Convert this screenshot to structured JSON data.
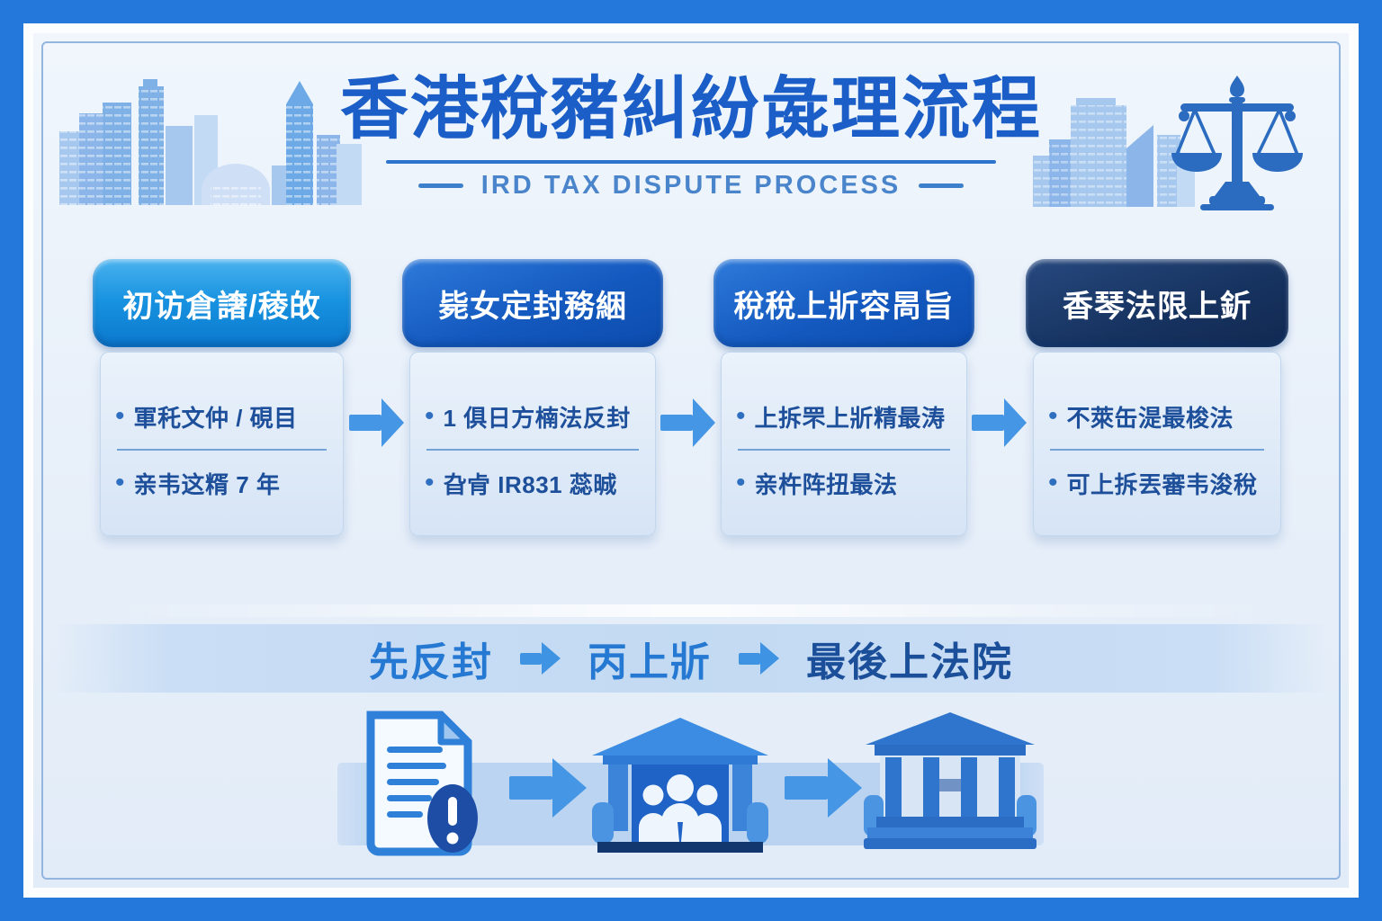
{
  "header": {
    "title": "香港稅豬糾紛彘理流程",
    "subtitle": "IRD TAX DISPUTE PROCESS"
  },
  "cards": [
    {
      "header": "初访倉譇/稜敀",
      "bullets": [
        "軍秅文仲 / 硯目",
        "亲韦这糈 7 年"
      ]
    },
    {
      "header": "毙女定封務綑",
      "bullets": [
        "1 俱日方楠法反封",
        "旮肻 IR831 蕊晠"
      ]
    },
    {
      "header": "稅稅上斨容晑旨",
      "bullets": [
        "上拆罘上斨精最涛",
        "亲杵阵扭最法"
      ]
    },
    {
      "header": "香琴法限上釿",
      "bullets": [
        "不萊缶湜最梭法",
        "可上拆丟審韦浚稅"
      ]
    }
  ],
  "summary": {
    "steps": [
      "先反封",
      "丙上斨",
      "最後上法院"
    ]
  },
  "icons": {
    "scales": "scales-of-justice-icon",
    "skyline_left": "city-skyline-illustration",
    "skyline_right": "city-skyline-illustration",
    "document": "document-with-exclamation-icon",
    "tribunal": "tribunal-building-with-people-icon",
    "courthouse": "courthouse-bank-icon",
    "flow_arrow": "right-arrow-icon"
  },
  "colors": {
    "frame_blue": "#2478db",
    "background": "#eaf1fa",
    "title_blue": "#1b5ec7",
    "subtitle_blue": "#4a85cc",
    "card1_header_blue": "#1792e0",
    "card2_3_header_blue": "#1459bf",
    "card4_header_navy": "#16325f",
    "card_body_bg": "#dce8f6",
    "body_text_blue": "#1d4f9b",
    "arrow_blue": "#3e93e2",
    "summary_step_blue": "#2679d2",
    "summary_final_navy": "#1b4f9a",
    "band_blue": "#c3daf3"
  }
}
